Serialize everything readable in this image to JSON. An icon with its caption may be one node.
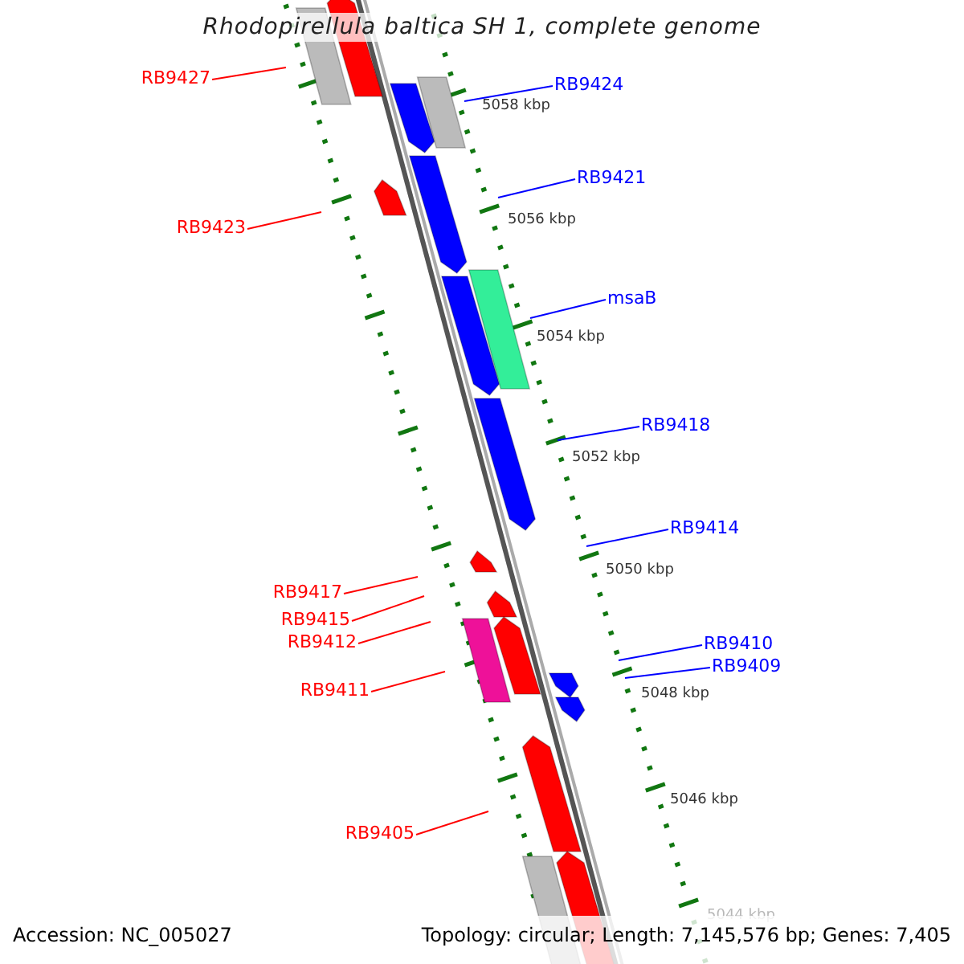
{
  "diagram": {
    "title": "Rhodopirellula baltica SH 1, complete genome",
    "nodes": [
      {
        "text": [
          "RB9427"
        ]
      },
      {
        "text": [
          "RB9424"
        ]
      },
      {
        "text": [
          "RB9421"
        ]
      },
      {
        "text": [
          "RB9423"
        ]
      },
      {
        "text": [
          "msaB"
        ]
      },
      {
        "text": [
          "RB9418"
        ]
      },
      {
        "text": [
          "RB9414"
        ]
      },
      {
        "text": [
          "RB9417"
        ]
      },
      {
        "text": [
          "RB9415"
        ]
      },
      {
        "text": [
          "RB9412"
        ]
      },
      {
        "text": [
          "RB9410"
        ]
      },
      {
        "text": [
          "RB9409"
        ]
      },
      {
        "text": [
          "RB9411"
        ]
      },
      {
        "text": [
          "RB9405"
        ]
      }
    ],
    "edges": [
      {
        "from": 0,
        "to": null,
        "arrow": "none",
        "color": "#ff0000"
      },
      {
        "from": 1,
        "to": null,
        "arrow": "none",
        "color": "#0000ff"
      },
      {
        "from": 2,
        "to": null,
        "arrow": "none",
        "color": "#0000ff"
      },
      {
        "from": 3,
        "to": null,
        "arrow": "none",
        "color": "#ff0000"
      },
      {
        "from": 4,
        "to": null,
        "arrow": "none",
        "color": "#0000ff"
      },
      {
        "from": 5,
        "to": null,
        "arrow": "none",
        "color": "#0000ff"
      },
      {
        "from": 6,
        "to": null,
        "arrow": "none",
        "color": "#0000ff"
      },
      {
        "from": 7,
        "to": null,
        "arrow": "none",
        "color": "#ff0000"
      },
      {
        "from": 8,
        "to": null,
        "arrow": "none",
        "color": "#ff0000"
      },
      {
        "from": 9,
        "to": null,
        "arrow": "none",
        "color": "#ff0000"
      },
      {
        "from": 10,
        "to": null,
        "arrow": "none",
        "color": "#0000ff"
      },
      {
        "from": 11,
        "to": null,
        "arrow": "none",
        "color": "#0000ff"
      },
      {
        "from": 12,
        "to": null,
        "arrow": "none",
        "color": "#ff0000"
      },
      {
        "from": 13,
        "to": null,
        "arrow": "none",
        "color": "#ff0000"
      }
    ],
    "labels": [
      "5058 kbp",
      "5056 kbp",
      "5054 kbp",
      "5052 kbp",
      "5050 kbp",
      "5048 kbp",
      "5046 kbp",
      "5044 kbp",
      "Accession: NC_005027",
      "Topology: circular; Length: 7,145,576 bp; Genes: 7,405"
    ]
  }
}
